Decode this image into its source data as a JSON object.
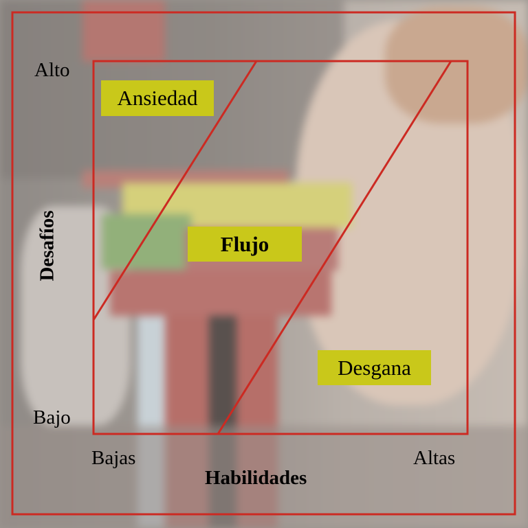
{
  "diagram": {
    "axes": {
      "y_title": "Desafíos",
      "y_high": "Alto",
      "y_low": "Bajo",
      "x_title": "Habilidades",
      "x_low": "Bajas",
      "x_high": "Altas"
    },
    "zones": {
      "anxiety": "Ansiedad",
      "flow": "Flujo",
      "boredom": "Desgana"
    },
    "colors": {
      "frame_line": "#cc2a22",
      "label_box": "#c9c81a",
      "text": "#000000"
    }
  }
}
